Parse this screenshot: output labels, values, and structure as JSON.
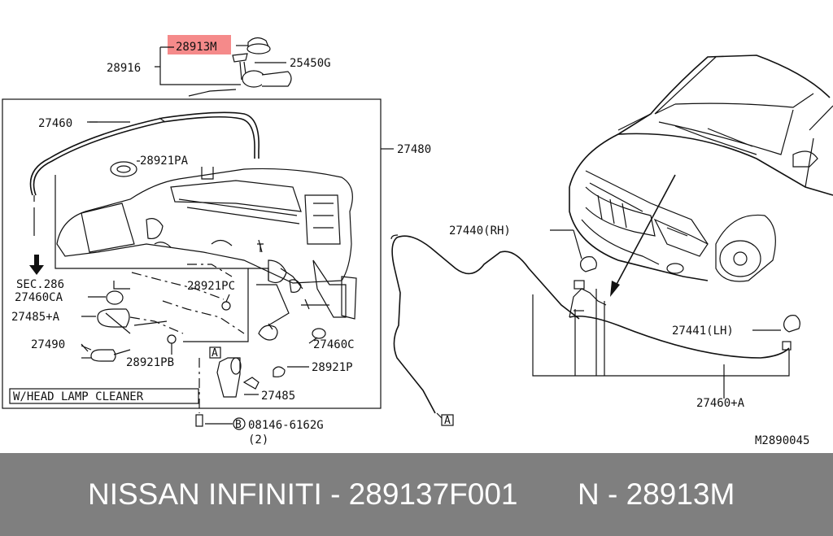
{
  "labels": {
    "p28913m": "28913M",
    "p28916": "28916",
    "p25450g": "25450G",
    "p27460": "27460",
    "p27480": "27480",
    "p28921pa": "28921PA",
    "sec286": "SEC.286",
    "p27460ca": "27460CA",
    "p27485a": "27485+A",
    "p28921pc": "28921PC",
    "p27490": "27490",
    "p28921pb": "28921PB",
    "p27460c": "27460C",
    "boxA": "A",
    "p28921p": "28921P",
    "p27485": "27485",
    "headlamp": "W/HEAD LAMP CLEANER",
    "boltMarker": "B",
    "bolt": "08146-6162G",
    "boltQty": "(2)",
    "p27440rh": "27440(RH)",
    "p27441lh": "27441(LH)",
    "p27460a": "27460+A",
    "boxA2": "A",
    "code": "M2890045"
  },
  "highlight_color": "#f58a8a",
  "banner": {
    "left": "NISSAN INFINITI - 289137F001",
    "right": "N - 28913M",
    "background": "#7f7f7f"
  }
}
